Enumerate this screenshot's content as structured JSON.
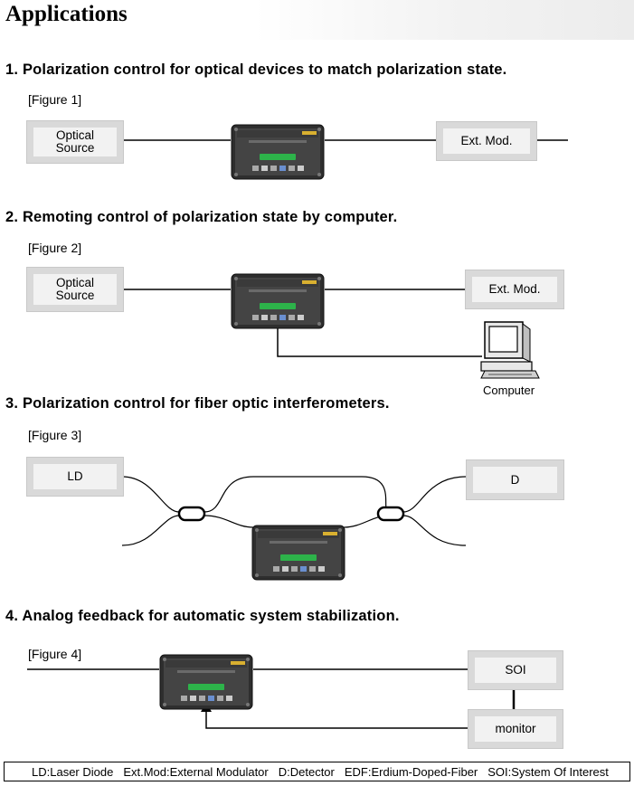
{
  "page": {
    "title": "Applications"
  },
  "sections": [
    {
      "heading": "1. Polarization control for optical devices to match polarization state.",
      "figure": "[Figure 1]"
    },
    {
      "heading": "2. Remoting control of polarization state by computer.",
      "figure": "[Figure 2]"
    },
    {
      "heading": "3. Polarization control for fiber optic interferometers.",
      "figure": "[Figure 3]"
    },
    {
      "heading": "4. Analog feedback for automatic system stabilization.",
      "figure": "[Figure 4]"
    }
  ],
  "fig1": {
    "source_line1": "Optical",
    "source_line2": "Source",
    "target": "Ext. Mod."
  },
  "fig2": {
    "source_line1": "Optical",
    "source_line2": "Source",
    "target": "Ext. Mod.",
    "computer": "Computer"
  },
  "fig3": {
    "left": "LD",
    "right": "D"
  },
  "fig4": {
    "soi": "SOI",
    "monitor": "monitor"
  },
  "legend": [
    "LD:Laser Diode",
    "Ext.Mod:External Modulator",
    "D:Detector",
    "EDF:Erdium-Doped-Fiber",
    "SOI:System Of Interest"
  ],
  "colors": {
    "box_outer": "#d9d9d9",
    "box_inner": "#f2f2f2",
    "device_body": "#3a3a3a",
    "device_label": "#2db34a"
  }
}
